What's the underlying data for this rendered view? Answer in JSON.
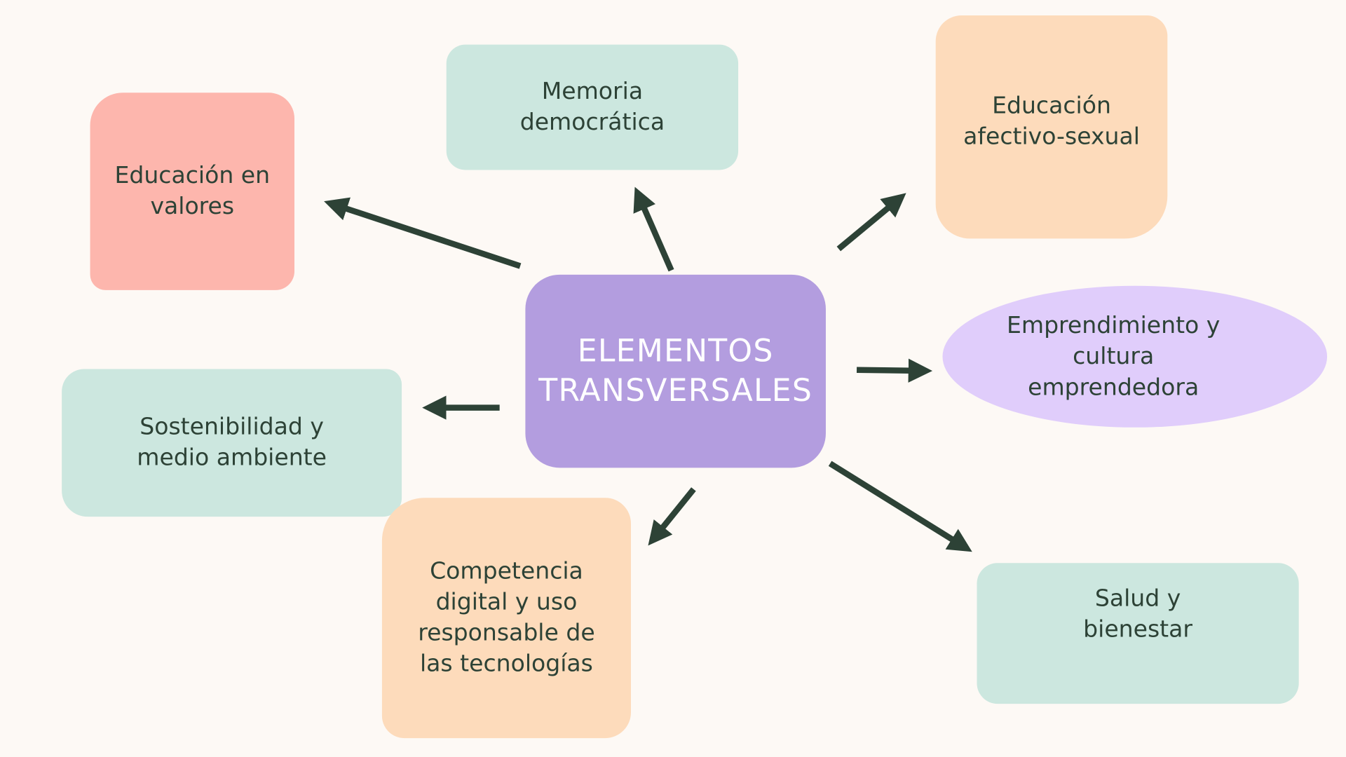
{
  "center": {
    "label": "ELEMENTOS TRANSVERSALES",
    "color": "#b39ddf"
  },
  "nodes": {
    "valores": {
      "label": "Educación en valores",
      "color": "#fdb6ad"
    },
    "memoria": {
      "label": "Memoria democrática",
      "color": "#cce7df"
    },
    "afectivo": {
      "label": "Educación afectivo-sexual",
      "color": "#fddbbb"
    },
    "emprendimiento": {
      "label": "Emprendimiento y cultura emprendedora",
      "color": "#e0cdfb"
    },
    "sostenibilidad": {
      "label": "Sostenibilidad y medio ambiente",
      "color": "#cce7df"
    },
    "competencia": {
      "label": "Competencia digital y uso responsable de las tecnologías",
      "color": "#fddbbb"
    },
    "salud": {
      "label": "Salud y bienestar",
      "color": "#cce7df"
    }
  },
  "arrow_color": "#2d4236"
}
